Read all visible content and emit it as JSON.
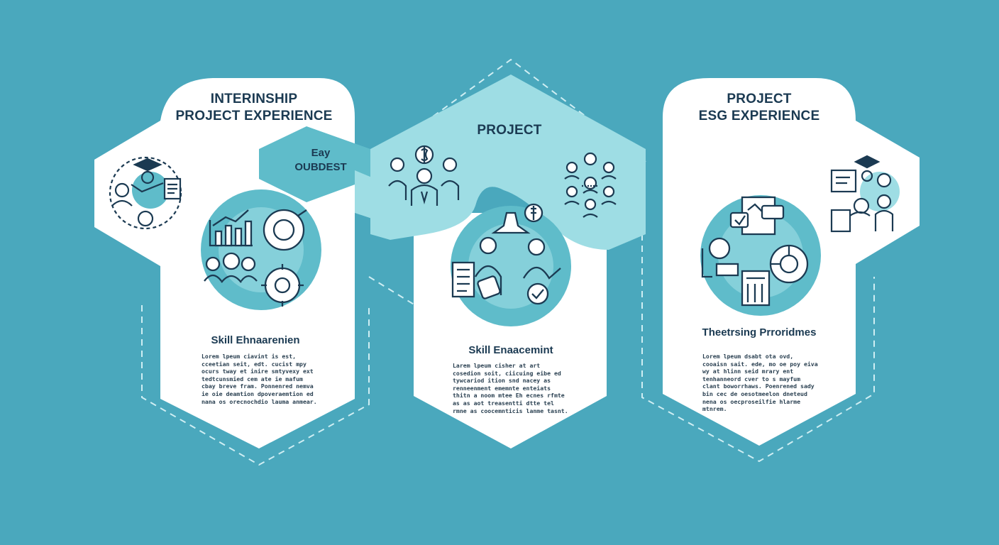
{
  "panels": [
    {
      "title_line1": "INTERINSHIP",
      "title_line2": "PROJECT EXPERIENCE",
      "heading": "Skill Ehnaarenien",
      "body": "Lorem lpeum ciavint is est, cceetian seit, edt. cucist mpy ocurs tway et inire smtyvexy ext tedtcunsmied cem ate ie mafum cbay breve fram. Ponnenred nemva ie oie deamtion dpoveraemtion ed nana os orecnochdio lauma anmear.",
      "icon": "team-skill-circle-icon"
    },
    {
      "title_line1": "PROJECT",
      "heading": "Skill Enaacemint",
      "body": "Larem lpeum cisher at art cosedion soit, ciicuing eibe ed tywcariod ition snd nacey as renneenment ememnte enteiats thitn a noom mtee Eh ecnes rfmte as as aot treasentti dtte tel rmne as coocemnticis lanme tasnt.",
      "icon": "mentoring-circle-icon"
    },
    {
      "title_line1": "PROJECT",
      "title_line2": "ESG EXPERIENCE",
      "heading": "Theetrsing Prroridmes",
      "body": "Lorem lpeum dsabt ota ovd, cooaisn sait. ede, mo oe poy eiva wy at hlinn seid mrary ent tenhanneord cver to s mayfum clant boworrhaws. Poenrened sady bin cec de oesotmeelon dneteud nena os oecproseilfie hlarme mtnrem.",
      "icon": "esg-analysis-circle-icon"
    }
  ],
  "connector_tag": {
    "line1": "Eay",
    "line2": "OUBDEST"
  },
  "colors": {
    "background": "#4aa8bd",
    "panel": "#ffffff",
    "accent_light": "#9edde4",
    "accent_mid": "#5fbcca",
    "dark": "#1b3a52"
  },
  "icons": [
    "graduate-network-icon",
    "money-team-icon",
    "people-network-icon",
    "graduate-laptop-icon"
  ]
}
